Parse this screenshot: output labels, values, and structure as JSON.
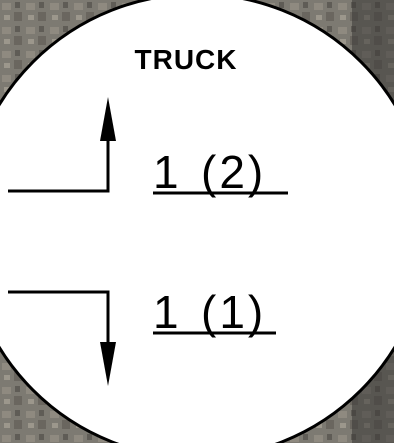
{
  "diagram": {
    "title": "TRUCK",
    "colors": {
      "background_photo": "#7d7a72",
      "circle_fill": "#ffffff",
      "ink": "#000000"
    },
    "movements": [
      {
        "direction": "left-turn-up",
        "count": "1",
        "peak": "(2)"
      },
      {
        "direction": "right-turn-down",
        "count": "1",
        "peak": "(1)"
      }
    ]
  }
}
